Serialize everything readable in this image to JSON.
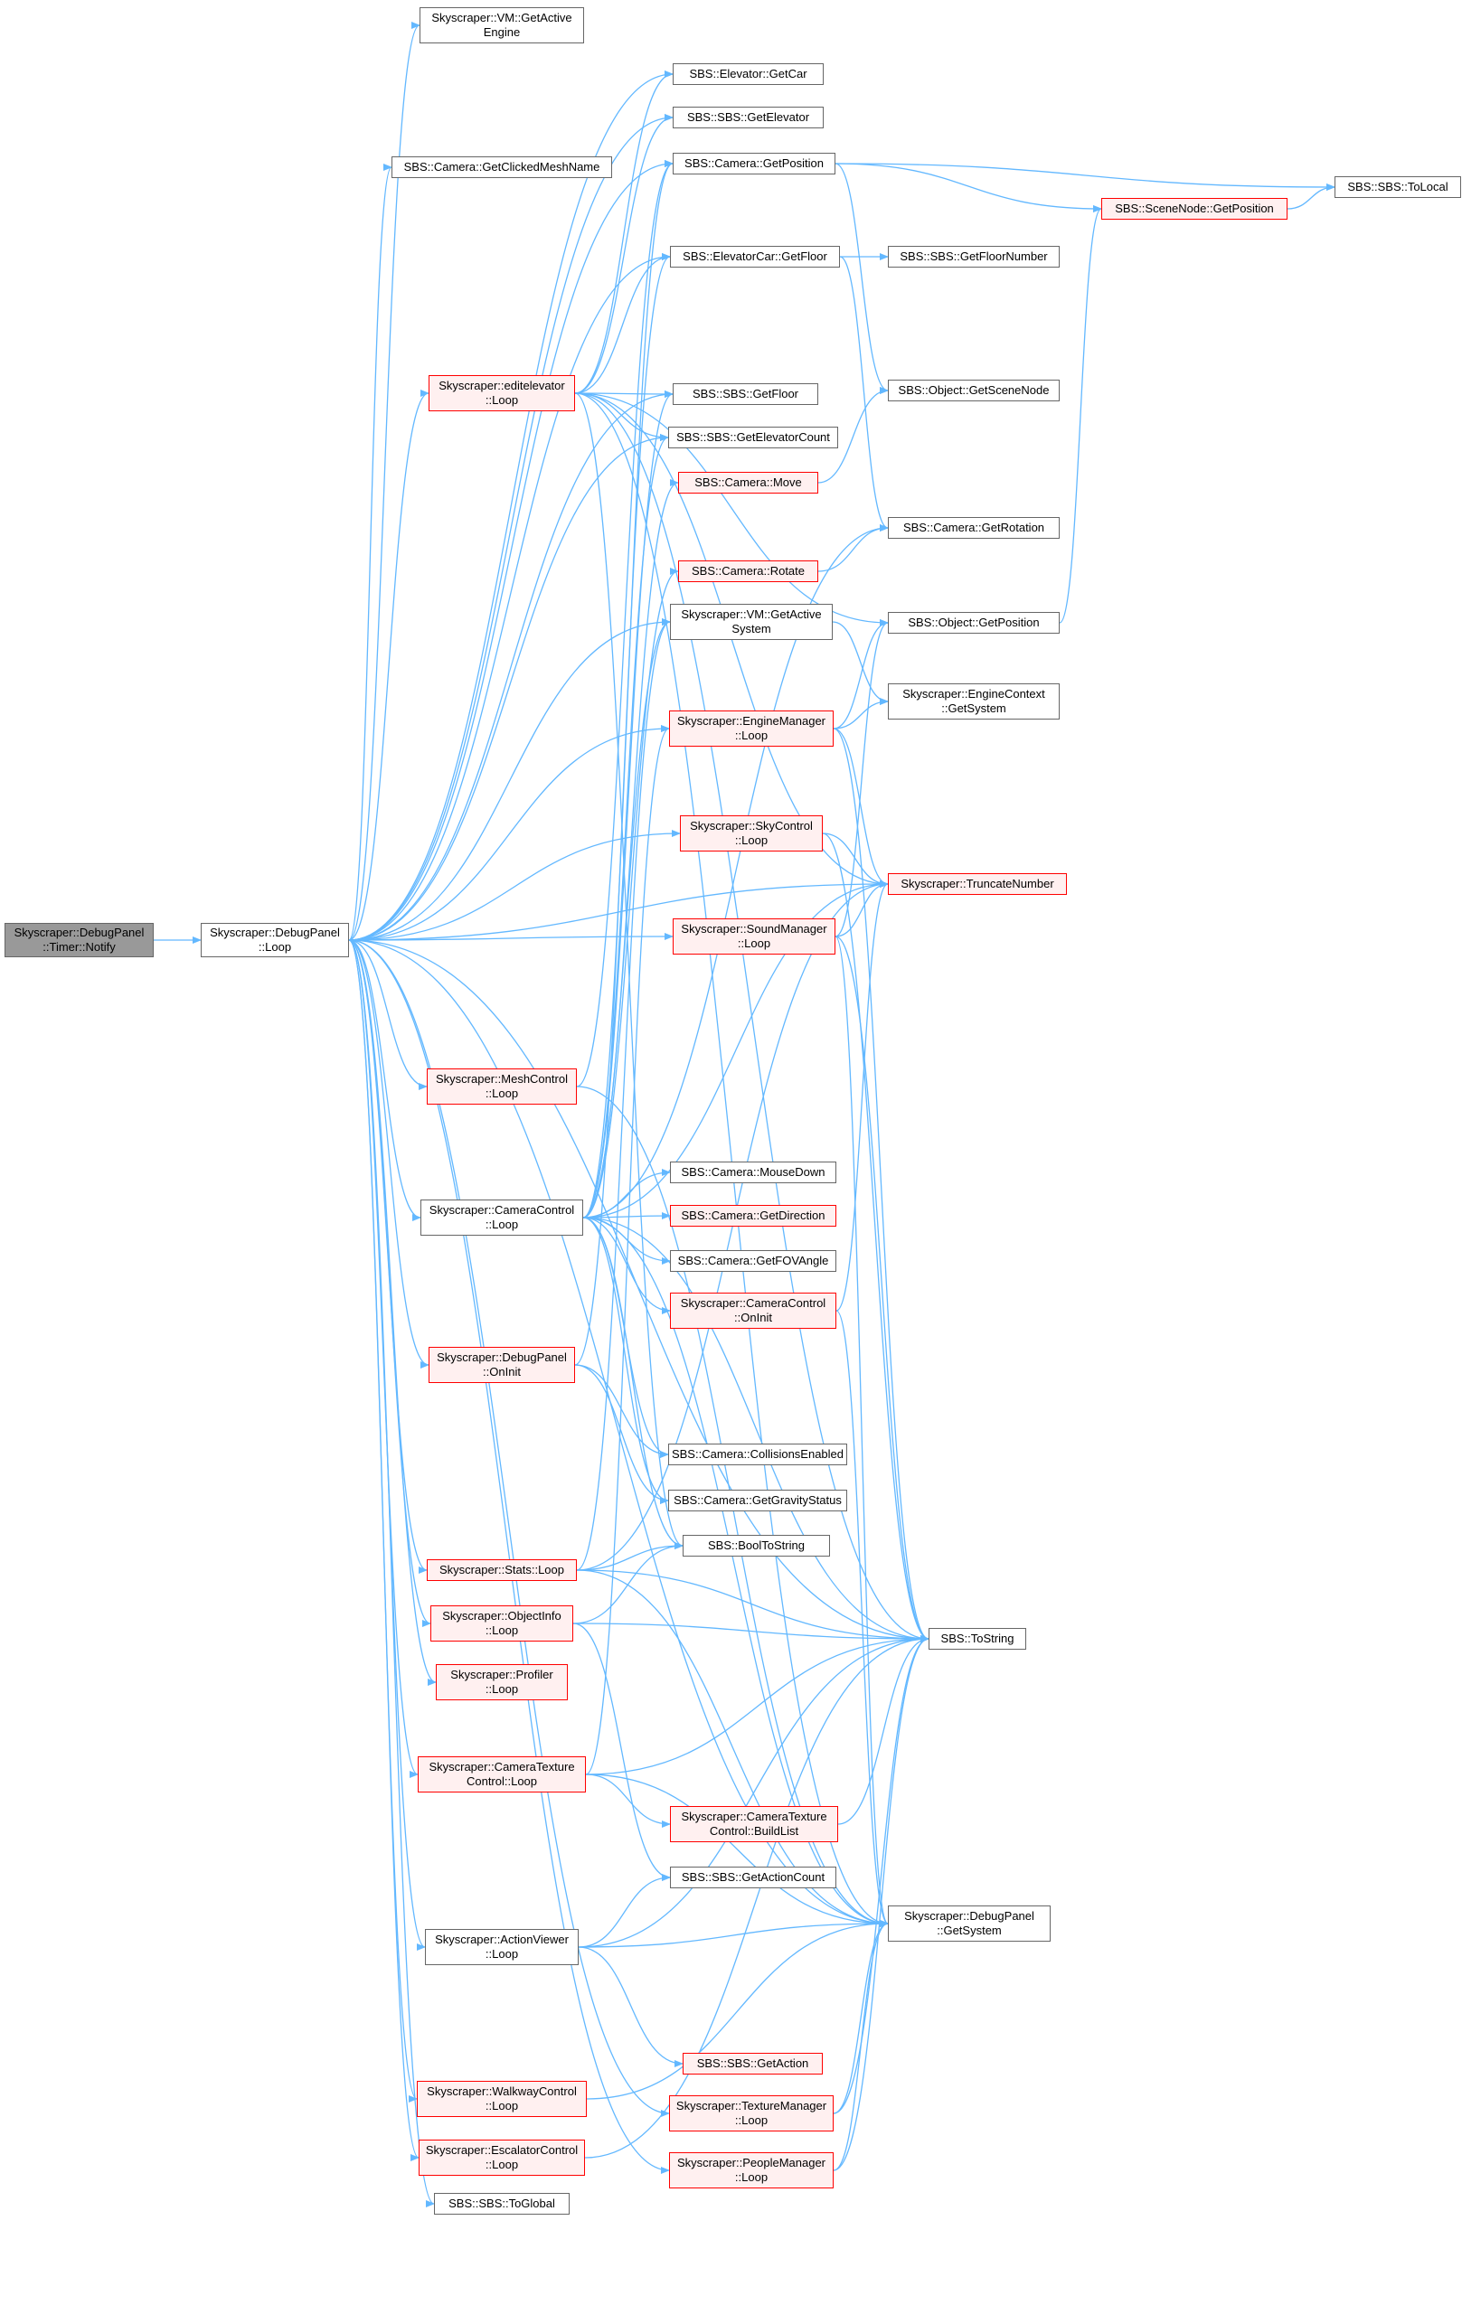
{
  "colors": {
    "edge": "#63b8ff",
    "border_normal": "#666666",
    "border_truncated": "#ff0000",
    "fill_truncated": "#fff0f0",
    "fill_root": "#999999"
  },
  "nodes": {
    "notify": {
      "lines": [
        "Skyscraper::DebugPanel",
        "::Timer::Notify"
      ],
      "style": "root"
    },
    "dp_loop": {
      "lines": [
        "Skyscraper::DebugPanel",
        "::Loop"
      ],
      "style": "normal"
    },
    "vm_engine": {
      "lines": [
        "Skyscraper::VM::GetActive",
        "Engine"
      ],
      "style": "normal"
    },
    "clicked_mesh": {
      "lines": [
        "SBS::Camera::GetClickedMeshName"
      ],
      "style": "normal"
    },
    "editelev": {
      "lines": [
        "Skyscraper::editelevator",
        "::Loop"
      ],
      "style": "red"
    },
    "meshctrl": {
      "lines": [
        "Skyscraper::MeshControl",
        "::Loop"
      ],
      "style": "red"
    },
    "camctrl": {
      "lines": [
        "Skyscraper::CameraControl",
        "::Loop"
      ],
      "style": "normal"
    },
    "dp_oninit": {
      "lines": [
        "Skyscraper::DebugPanel",
        "::OnInit"
      ],
      "style": "red"
    },
    "stats": {
      "lines": [
        "Skyscraper::Stats::Loop"
      ],
      "style": "red"
    },
    "objinfo": {
      "lines": [
        "Skyscraper::ObjectInfo",
        "::Loop"
      ],
      "style": "red"
    },
    "profiler": {
      "lines": [
        "Skyscraper::Profiler",
        "::Loop"
      ],
      "style": "red"
    },
    "camtex": {
      "lines": [
        "Skyscraper::CameraTexture",
        "Control::Loop"
      ],
      "style": "red"
    },
    "actviewer": {
      "lines": [
        "Skyscraper::ActionViewer",
        "::Loop"
      ],
      "style": "normal"
    },
    "walkway": {
      "lines": [
        "Skyscraper::WalkwayControl",
        "::Loop"
      ],
      "style": "red"
    },
    "escalator": {
      "lines": [
        "Skyscraper::EscalatorControl",
        "::Loop"
      ],
      "style": "red"
    },
    "toglobal": {
      "lines": [
        "SBS::SBS::ToGlobal"
      ],
      "style": "normal"
    },
    "getcar": {
      "lines": [
        "SBS::Elevator::GetCar"
      ],
      "style": "normal"
    },
    "getelevator": {
      "lines": [
        "SBS::SBS::GetElevator"
      ],
      "style": "normal"
    },
    "cam_getpos": {
      "lines": [
        "SBS::Camera::GetPosition"
      ],
      "style": "normal"
    },
    "ec_getfloor": {
      "lines": [
        "SBS::ElevatorCar::GetFloor"
      ],
      "style": "normal"
    },
    "sbs_getfloor": {
      "lines": [
        "SBS::SBS::GetFloor"
      ],
      "style": "normal"
    },
    "elevcount": {
      "lines": [
        "SBS::SBS::GetElevatorCount"
      ],
      "style": "normal"
    },
    "cam_move": {
      "lines": [
        "SBS::Camera::Move"
      ],
      "style": "red"
    },
    "cam_rotate": {
      "lines": [
        "SBS::Camera::Rotate"
      ],
      "style": "red"
    },
    "vm_system": {
      "lines": [
        "Skyscraper::VM::GetActive",
        "System"
      ],
      "style": "normal"
    },
    "engmgr": {
      "lines": [
        "Skyscraper::EngineManager",
        "::Loop"
      ],
      "style": "red"
    },
    "skyctrl": {
      "lines": [
        "Skyscraper::SkyControl",
        "::Loop"
      ],
      "style": "red"
    },
    "soundmgr": {
      "lines": [
        "Skyscraper::SoundManager",
        "::Loop"
      ],
      "style": "red"
    },
    "mousedown": {
      "lines": [
        "SBS::Camera::MouseDown"
      ],
      "style": "normal"
    },
    "getdir": {
      "lines": [
        "SBS::Camera::GetDirection"
      ],
      "style": "red"
    },
    "fovangle": {
      "lines": [
        "SBS::Camera::GetFOVAngle"
      ],
      "style": "normal"
    },
    "camctrl_init": {
      "lines": [
        "Skyscraper::CameraControl",
        "::OnInit"
      ],
      "style": "red"
    },
    "collisions": {
      "lines": [
        "SBS::Camera::CollisionsEnabled"
      ],
      "style": "normal"
    },
    "gravity": {
      "lines": [
        "SBS::Camera::GetGravityStatus"
      ],
      "style": "normal"
    },
    "booltostr": {
      "lines": [
        "SBS::BoolToString"
      ],
      "style": "normal"
    },
    "buildlist": {
      "lines": [
        "Skyscraper::CameraTexture",
        "Control::BuildList"
      ],
      "style": "red"
    },
    "actcount": {
      "lines": [
        "SBS::SBS::GetActionCount"
      ],
      "style": "normal"
    },
    "getaction": {
      "lines": [
        "SBS::SBS::GetAction"
      ],
      "style": "red"
    },
    "texmgr": {
      "lines": [
        "Skyscraper::TextureManager",
        "::Loop"
      ],
      "style": "red"
    },
    "peoplemgr": {
      "lines": [
        "Skyscraper::PeopleManager",
        "::Loop"
      ],
      "style": "red"
    },
    "scenenode_getpos": {
      "lines": [
        "SBS::SceneNode::GetPosition"
      ],
      "style": "red"
    },
    "floornum": {
      "lines": [
        "SBS::SBS::GetFloorNumber"
      ],
      "style": "normal"
    },
    "getscenenode": {
      "lines": [
        "SBS::Object::GetSceneNode"
      ],
      "style": "normal"
    },
    "getrotation": {
      "lines": [
        "SBS::Camera::GetRotation"
      ],
      "style": "normal"
    },
    "obj_getpos": {
      "lines": [
        "SBS::Object::GetPosition"
      ],
      "style": "normal"
    },
    "engctx_sys": {
      "lines": [
        "Skyscraper::EngineContext",
        "::GetSystem"
      ],
      "style": "normal"
    },
    "truncate": {
      "lines": [
        "Skyscraper::TruncateNumber"
      ],
      "style": "red"
    },
    "tostring": {
      "lines": [
        "SBS::ToString"
      ],
      "style": "normal"
    },
    "dp_getsystem": {
      "lines": [
        "Skyscraper::DebugPanel",
        "::GetSystem"
      ],
      "style": "normal"
    },
    "tolocal": {
      "lines": [
        "SBS::SBS::ToLocal"
      ],
      "style": "normal"
    }
  },
  "edges": [
    [
      "notify",
      "dp_loop"
    ],
    [
      "dp_loop",
      "vm_engine"
    ],
    [
      "dp_loop",
      "getcar"
    ],
    [
      "dp_loop",
      "getelevator"
    ],
    [
      "dp_loop",
      "clicked_mesh"
    ],
    [
      "dp_loop",
      "cam_getpos"
    ],
    [
      "dp_loop",
      "ec_getfloor"
    ],
    [
      "dp_loop",
      "editelev"
    ],
    [
      "dp_loop",
      "sbs_getfloor"
    ],
    [
      "dp_loop",
      "elevcount"
    ],
    [
      "dp_loop",
      "vm_system"
    ],
    [
      "dp_loop",
      "engmgr"
    ],
    [
      "dp_loop",
      "skyctrl"
    ],
    [
      "dp_loop",
      "truncate"
    ],
    [
      "dp_loop",
      "soundmgr"
    ],
    [
      "dp_loop",
      "tostring"
    ],
    [
      "dp_loop",
      "meshctrl"
    ],
    [
      "dp_loop",
      "camctrl"
    ],
    [
      "dp_loop",
      "dp_oninit"
    ],
    [
      "dp_loop",
      "stats"
    ],
    [
      "dp_loop",
      "objinfo"
    ],
    [
      "dp_loop",
      "profiler"
    ],
    [
      "dp_loop",
      "camtex"
    ],
    [
      "dp_loop",
      "actviewer"
    ],
    [
      "dp_loop",
      "walkway"
    ],
    [
      "dp_loop",
      "escalator"
    ],
    [
      "dp_loop",
      "toglobal"
    ],
    [
      "dp_loop",
      "texmgr"
    ],
    [
      "dp_loop",
      "peoplemgr"
    ],
    [
      "dp_loop",
      "dp_getsystem"
    ],
    [
      "editelev",
      "getcar"
    ],
    [
      "editelev",
      "getelevator"
    ],
    [
      "editelev",
      "ec_getfloor"
    ],
    [
      "editelev",
      "sbs_getfloor"
    ],
    [
      "editelev",
      "elevcount"
    ],
    [
      "editelev",
      "obj_getpos"
    ],
    [
      "editelev",
      "truncate"
    ],
    [
      "editelev",
      "tostring"
    ],
    [
      "editelev",
      "booltostr"
    ],
    [
      "editelev",
      "dp_getsystem"
    ],
    [
      "meshctrl",
      "cam_getpos"
    ],
    [
      "meshctrl",
      "dp_getsystem"
    ],
    [
      "camctrl",
      "cam_getpos"
    ],
    [
      "camctrl",
      "cam_move"
    ],
    [
      "camctrl",
      "cam_rotate"
    ],
    [
      "camctrl",
      "getrotation"
    ],
    [
      "camctrl",
      "mousedown"
    ],
    [
      "camctrl",
      "getdir"
    ],
    [
      "camctrl",
      "fovangle"
    ],
    [
      "camctrl",
      "camctrl_init"
    ],
    [
      "camctrl",
      "collisions"
    ],
    [
      "camctrl",
      "gravity"
    ],
    [
      "camctrl",
      "booltostr"
    ],
    [
      "camctrl",
      "truncate"
    ],
    [
      "camctrl",
      "tostring"
    ],
    [
      "camctrl",
      "dp_getsystem"
    ],
    [
      "camctrl",
      "elevcount"
    ],
    [
      "camctrl",
      "sbs_getfloor"
    ],
    [
      "camctrl",
      "vm_system"
    ],
    [
      "dp_oninit",
      "collisions"
    ],
    [
      "dp_oninit",
      "gravity"
    ],
    [
      "dp_oninit",
      "ec_getfloor"
    ],
    [
      "stats",
      "booltostr"
    ],
    [
      "stats",
      "tostring"
    ],
    [
      "stats",
      "dp_getsystem"
    ],
    [
      "stats",
      "truncate"
    ],
    [
      "stats",
      "vm_system"
    ],
    [
      "objinfo",
      "booltostr"
    ],
    [
      "objinfo",
      "tostring"
    ],
    [
      "objinfo",
      "actcount"
    ],
    [
      "camtex",
      "buildlist"
    ],
    [
      "camtex",
      "tostring"
    ],
    [
      "camtex",
      "dp_getsystem"
    ],
    [
      "camtex",
      "engmgr"
    ],
    [
      "actviewer",
      "actcount"
    ],
    [
      "actviewer",
      "getaction"
    ],
    [
      "actviewer",
      "tostring"
    ],
    [
      "actviewer",
      "dp_getsystem"
    ],
    [
      "walkway",
      "dp_getsystem"
    ],
    [
      "escalator",
      "tostring"
    ],
    [
      "cam_getpos",
      "tolocal"
    ],
    [
      "cam_getpos",
      "scenenode_getpos"
    ],
    [
      "cam_getpos",
      "getscenenode"
    ],
    [
      "ec_getfloor",
      "floornum"
    ],
    [
      "ec_getfloor",
      "getrotation"
    ],
    [
      "cam_move",
      "getscenenode"
    ],
    [
      "cam_rotate",
      "getrotation"
    ],
    [
      "vm_system",
      "engctx_sys"
    ],
    [
      "engmgr",
      "obj_getpos"
    ],
    [
      "engmgr",
      "engctx_sys"
    ],
    [
      "engmgr",
      "truncate"
    ],
    [
      "engmgr",
      "tostring"
    ],
    [
      "skyctrl",
      "truncate"
    ],
    [
      "skyctrl",
      "tostring"
    ],
    [
      "soundmgr",
      "obj_getpos"
    ],
    [
      "soundmgr",
      "truncate"
    ],
    [
      "soundmgr",
      "tostring"
    ],
    [
      "soundmgr",
      "dp_getsystem"
    ],
    [
      "camctrl_init",
      "truncate"
    ],
    [
      "camctrl_init",
      "dp_getsystem"
    ],
    [
      "buildlist",
      "tostring"
    ],
    [
      "texmgr",
      "tostring"
    ],
    [
      "texmgr",
      "dp_getsystem"
    ],
    [
      "peoplemgr",
      "tostring"
    ],
    [
      "peoplemgr",
      "dp_getsystem"
    ],
    [
      "scenenode_getpos",
      "tolocal"
    ],
    [
      "obj_getpos",
      "scenenode_getpos"
    ]
  ]
}
